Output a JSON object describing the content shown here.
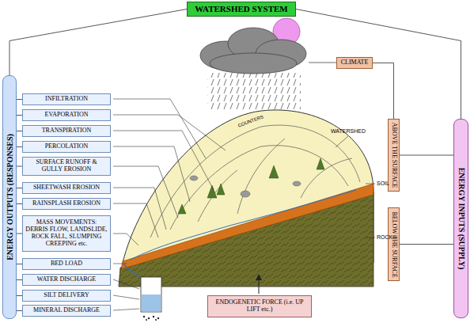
{
  "diagram": {
    "title": "WATERSHED SYSTEM",
    "nodes": [
      {
        "text": [
          "WATERSHED SYSTEM"
        ]
      },
      {
        "text": [
          "ENERGY OUTPUTS (RESPONSES)"
        ]
      },
      {
        "text": [
          "INFILTRATION"
        ]
      },
      {
        "text": [
          "EVAPORATION"
        ]
      },
      {
        "text": [
          "TRANSPIRATION"
        ]
      },
      {
        "text": [
          "PERCOLATION"
        ]
      },
      {
        "text": [
          "SURFACE RUNOFF & GULLY EROSION"
        ]
      },
      {
        "text": [
          "SHEETWASH EROSION"
        ]
      },
      {
        "text": [
          "RAINSPLASH EROSION"
        ]
      },
      {
        "text": [
          "MASS MOVEMENTS: DEBRIS FLOW, LANDSLIDE, ROCK FALL, SLUMPING CREEPING etc."
        ]
      },
      {
        "text": [
          "BED LOAD"
        ]
      },
      {
        "text": [
          "WATER DISCHARGE"
        ]
      },
      {
        "text": [
          "SILT DELIVERY"
        ]
      },
      {
        "text": [
          "MINERAL DISCHARGE"
        ]
      },
      {
        "text": [
          "CLIMATE"
        ]
      },
      {
        "text": [
          "ENERGY INPUTS (SUPPLY)"
        ]
      },
      {
        "text": [
          "ABOVE THE SURFACE"
        ]
      },
      {
        "text": [
          "BELOW THE SURFACE"
        ]
      },
      {
        "text": [
          "ENDOGENETIC FORCE (i.e. UP LIFT etc.)"
        ]
      }
    ],
    "edges": [
      {
        "from": 0,
        "to": 1,
        "arrow": "none"
      },
      {
        "from": 0,
        "to": 15,
        "arrow": "none"
      },
      {
        "from": 1,
        "to": 2,
        "arrow": "none"
      },
      {
        "from": 1,
        "to": 3,
        "arrow": "none"
      },
      {
        "from": 1,
        "to": 4,
        "arrow": "none"
      },
      {
        "from": 1,
        "to": 5,
        "arrow": "none"
      },
      {
        "from": 1,
        "to": 6,
        "arrow": "none"
      },
      {
        "from": 1,
        "to": 7,
        "arrow": "none"
      },
      {
        "from": 1,
        "to": 8,
        "arrow": "none"
      },
      {
        "from": 1,
        "to": 9,
        "arrow": "none"
      },
      {
        "from": 1,
        "to": 10,
        "arrow": "none"
      },
      {
        "from": 1,
        "to": 11,
        "arrow": "none"
      },
      {
        "from": 1,
        "to": 12,
        "arrow": "none"
      },
      {
        "from": 1,
        "to": 13,
        "arrow": "none"
      },
      {
        "from": 14,
        "to": 16,
        "arrow": "none"
      },
      {
        "from": 15,
        "to": 16,
        "arrow": "none"
      },
      {
        "from": 15,
        "to": 17,
        "arrow": "none"
      }
    ],
    "labels": [
      "WATERSHED",
      "COUNTERS",
      "SOIL",
      "ROCKS"
    ]
  }
}
